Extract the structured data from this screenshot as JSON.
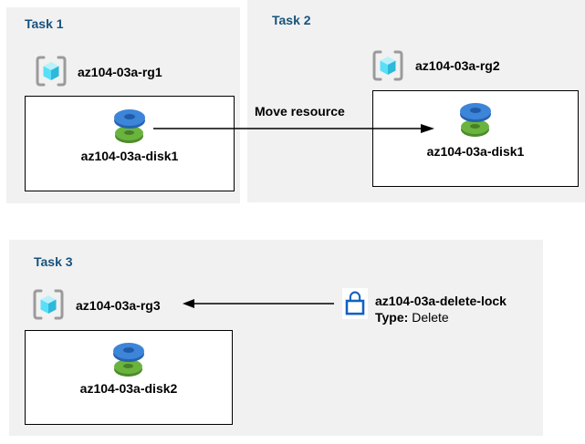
{
  "colors": {
    "panel_background": "#f1f1f1",
    "task_title": "#17537e",
    "resource_box_border": "#000000",
    "disk_blue": "#3d85d8",
    "disk_green": "#6ab43e",
    "lock_blue": "#0f62c0",
    "bracket_gray": "#9b9b9b",
    "cube_cyan_top": "#b8f1fc",
    "cube_cyan_left": "#59dff7",
    "cube_cyan_right": "#2eb8da"
  },
  "tasks": [
    {
      "title": "Task 1",
      "resource_group": "az104-03a-rg1",
      "resource": "az104-03a-disk1"
    },
    {
      "title": "Task 2",
      "resource_group": "az104-03a-rg2",
      "resource": "az104-03a-disk1"
    },
    {
      "title": "Task 3",
      "resource_group": "az104-03a-rg3",
      "resource": "az104-03a-disk2"
    }
  ],
  "move_arrow": {
    "label": "Move resource"
  },
  "lock": {
    "name": "az104-03a-delete-lock",
    "type_label": "Type:",
    "type_value": "Delete"
  },
  "icons": {
    "resource_group": "resource-group-icon",
    "disk": "managed-disk-icon",
    "lock": "lock-icon"
  }
}
